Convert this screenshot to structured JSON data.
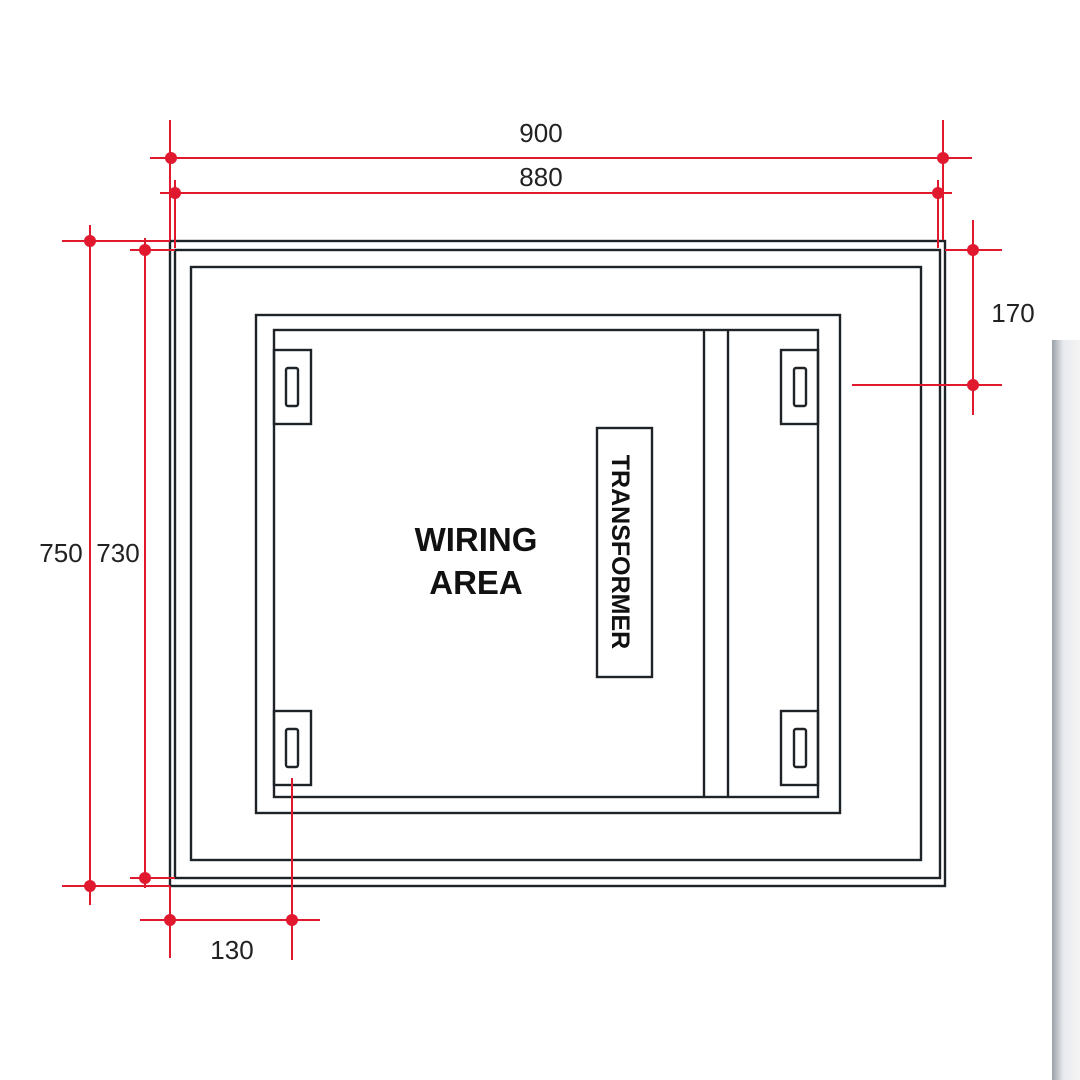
{
  "dimensions": {
    "outer_width": "900",
    "inner_width": "880",
    "outer_height": "750",
    "inner_height": "730",
    "top_offset": "170",
    "side_offset": "130"
  },
  "labels": {
    "wiring_line1": "WIRING",
    "wiring_line2": "AREA",
    "transformer": "TRANSFORMER"
  },
  "colors": {
    "dimension": "#e0192e",
    "outline": "#1e2328"
  }
}
